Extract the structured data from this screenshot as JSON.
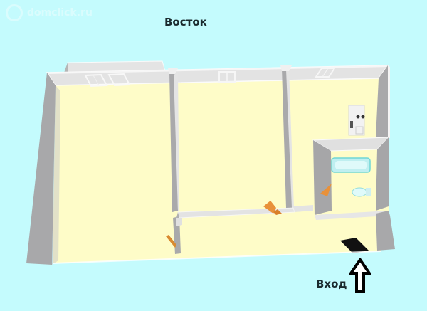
{
  "watermark": {
    "text": "domclick.ru"
  },
  "labels": {
    "north": "Восток",
    "entrance": "Вход"
  },
  "colors": {
    "background": "#c4fbfd",
    "floor": "#fefcc8",
    "wall_top": "#e2e2e2",
    "wall_side": "#a9a9ab",
    "door": "#e8913a",
    "entrance_mat": "#111111"
  },
  "rooms": [
    {
      "id": "room-1",
      "type": "living-room"
    },
    {
      "id": "room-2",
      "type": "living-room"
    },
    {
      "id": "kitchen",
      "type": "kitchen"
    },
    {
      "id": "bathroom",
      "type": "bathroom"
    },
    {
      "id": "hallway",
      "type": "hallway"
    }
  ],
  "icons": {
    "entrance_arrow": "arrow-up-icon"
  }
}
